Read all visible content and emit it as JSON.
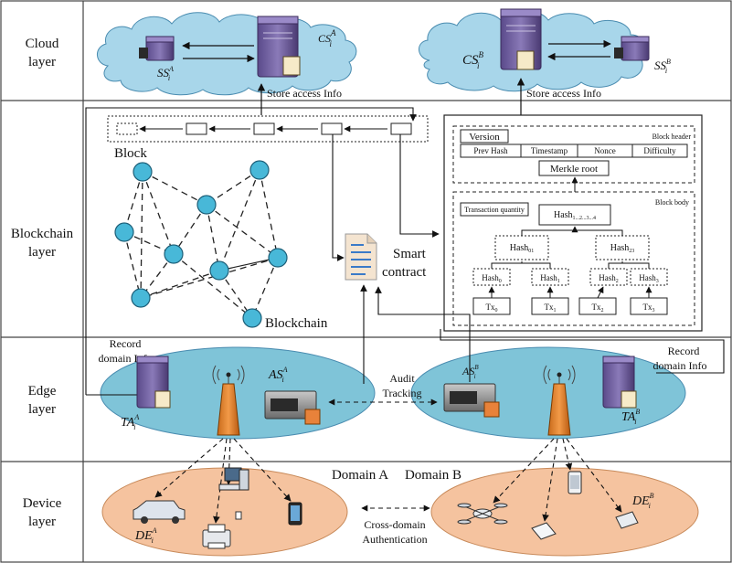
{
  "layers": [
    "Cloud layer",
    "Blockchain layer",
    "Edge layer",
    "Device layer"
  ],
  "cloud": {
    "cs_a": "CS",
    "cs_a_sub": "i",
    "cs_a_sup": "A",
    "ss_a": "SS",
    "ss_a_sub": "i",
    "ss_a_sup": "A",
    "cs_b": "CS",
    "cs_b_sub": "i",
    "cs_b_sup": "B",
    "ss_b": "SS",
    "ss_b_sub": "i",
    "ss_b_sup": "B",
    "store_a": "Store access Info",
    "store_b": "Store access Info"
  },
  "blockchain": {
    "block_label": "Block",
    "chain_label": "Blockchain",
    "smart_contract_1": "Smart",
    "smart_contract_2": "contract",
    "header": {
      "version": "Version",
      "title": "Block header",
      "fields": [
        "Prev Hash",
        "Timestamp",
        "Nonce",
        "Difficulty"
      ],
      "merkle_root": "Merkle root"
    },
    "body": {
      "title": "Block body",
      "tx_quantity": "Transaction quantity",
      "root_hash": "Hash",
      "root_hash_sub": "1...2...3...4",
      "hash01": "Hash",
      "hash01_sub": "01",
      "hash23": "Hash",
      "hash23_sub": "23",
      "leaf_hashes": [
        {
          "t": "Hash",
          "s": "0"
        },
        {
          "t": "Hash",
          "s": "1"
        },
        {
          "t": "Hash",
          "s": "2"
        },
        {
          "t": "Hash",
          "s": "3"
        }
      ],
      "txs": [
        {
          "t": "Tx",
          "s": "0"
        },
        {
          "t": "Tx",
          "s": "1"
        },
        {
          "t": "Tx",
          "s": "2"
        },
        {
          "t": "Tx",
          "s": "3"
        }
      ]
    }
  },
  "edge": {
    "record_a_1": "Record",
    "record_a_2": "domain Info",
    "record_b_1": "Record",
    "record_b_2": "domain Info",
    "ta_a": "TA",
    "ta_a_sub": "i",
    "ta_a_sup": "A",
    "ta_b": "TA",
    "ta_b_sub": "i",
    "ta_b_sup": "B",
    "as_a": "AS",
    "as_a_sub": "i",
    "as_a_sup": "A",
    "as_b": "AS",
    "as_b_sub": "i",
    "as_b_sup": "B",
    "audit_1": "Audit",
    "audit_2": "Tracking"
  },
  "device": {
    "domain_a": "Domain A",
    "domain_b": "Domain B",
    "de_a": "DE",
    "de_a_sub": "i",
    "de_a_sup": "A",
    "de_b": "DE",
    "de_b_sub": "i",
    "de_b_sup": "B",
    "cross_1": "Cross-domain",
    "cross_2": "Authentication"
  },
  "colors": {
    "cloud": "#a8d6ea",
    "edge": "#7fc4d8",
    "device": "#f5c39f",
    "node": "#48b8d8"
  }
}
